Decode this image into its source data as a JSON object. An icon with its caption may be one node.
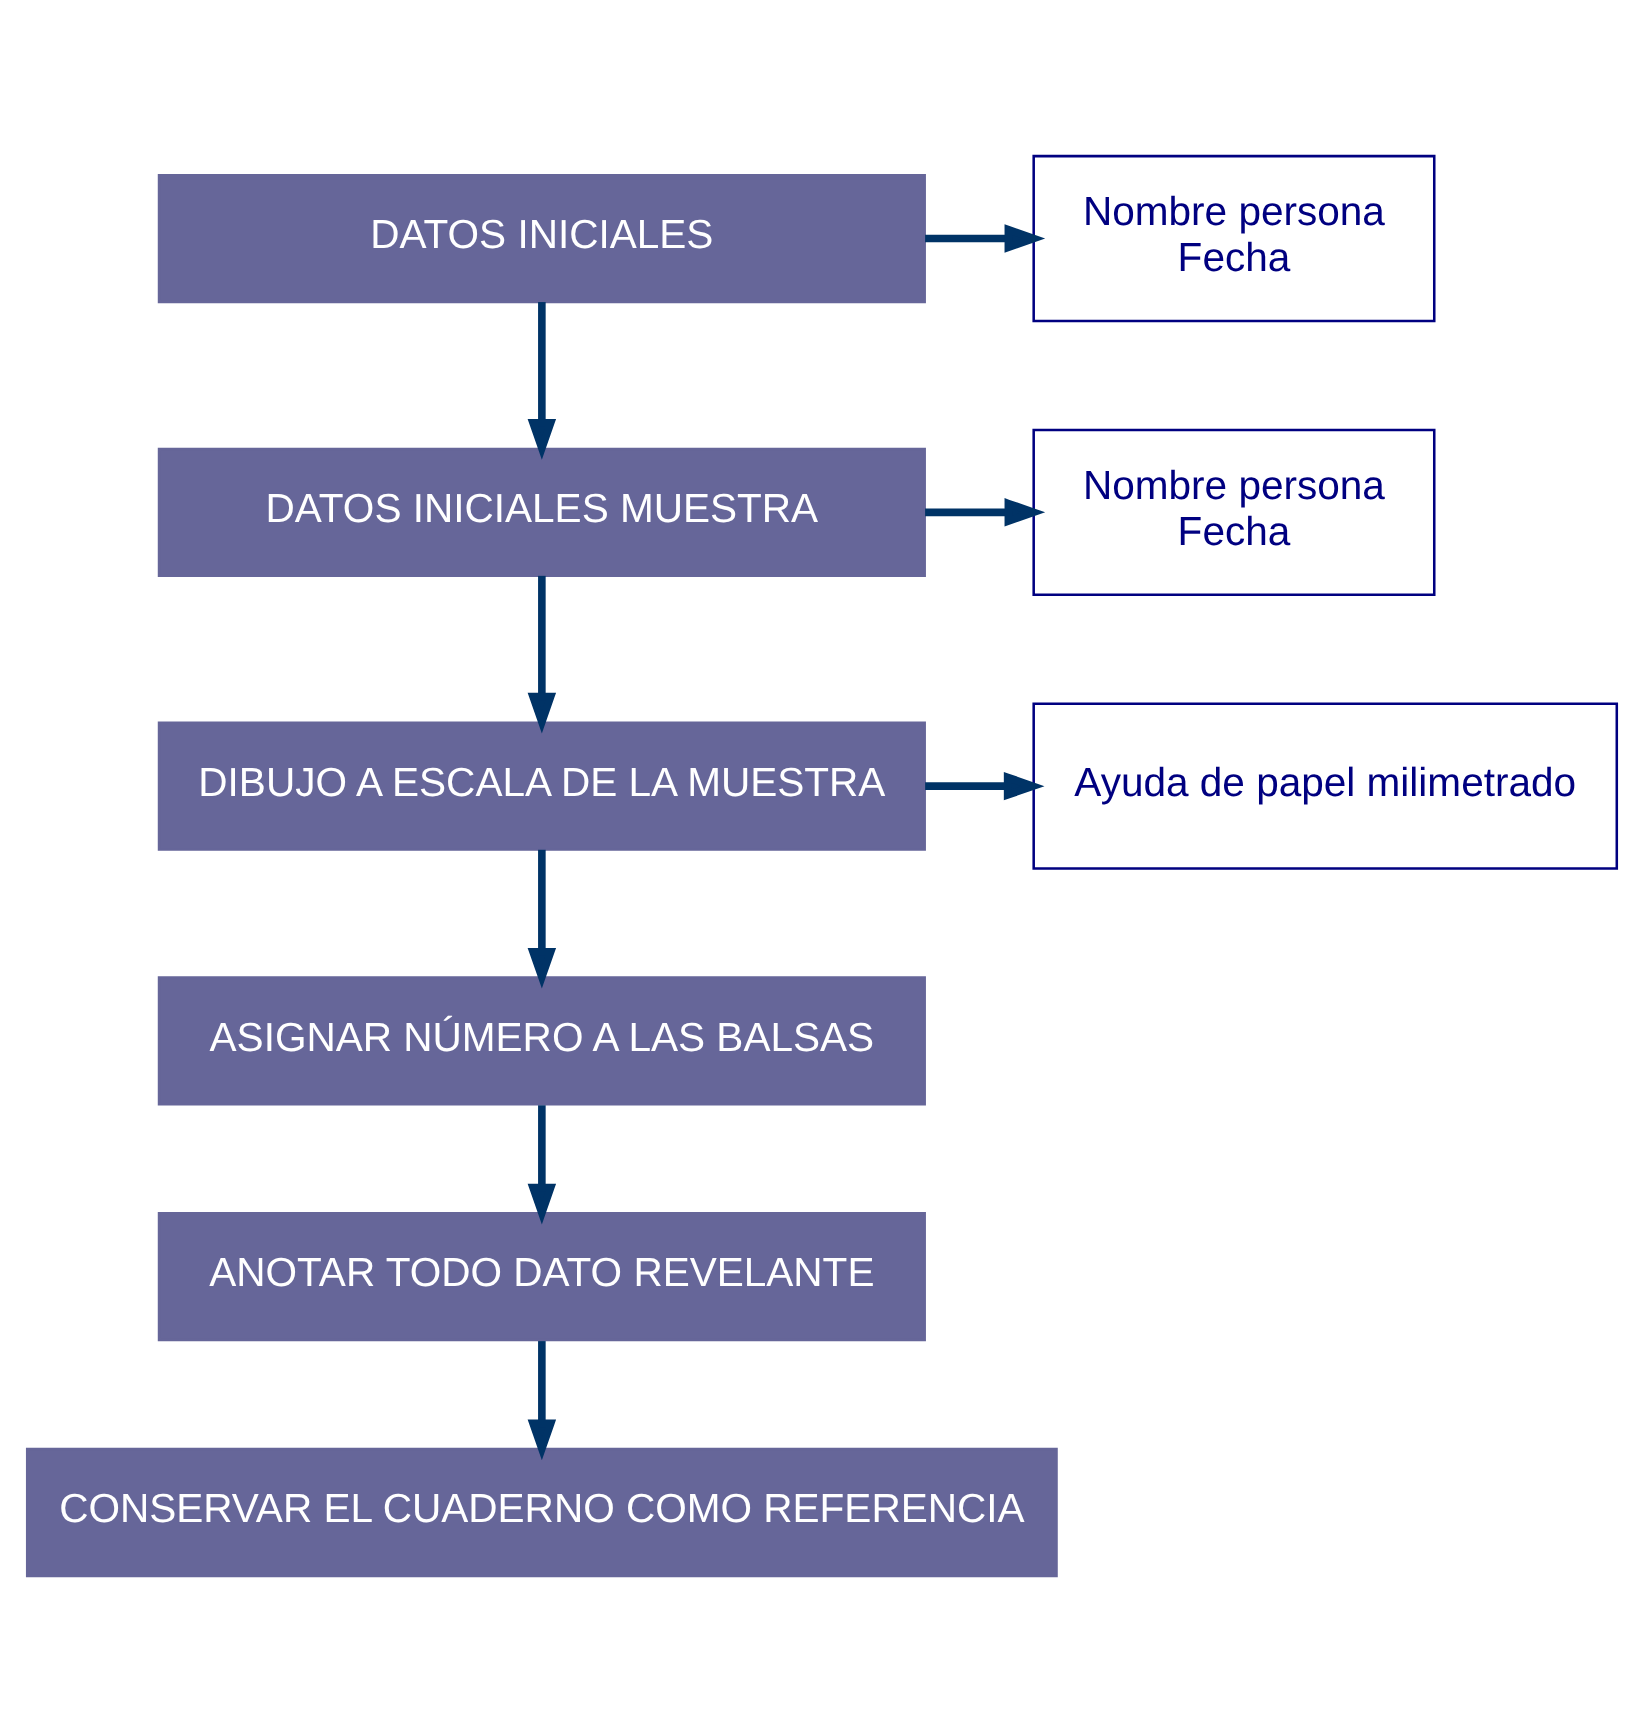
{
  "diagram": {
    "nodes": [
      {
        "text": [
          "DATOS INICIALES"
        ]
      },
      {
        "text": [
          "Nombre persona",
          "Fecha"
        ]
      },
      {
        "text": [
          "DATOS INICIALES MUESTRA"
        ]
      },
      {
        "text": [
          "Nombre persona",
          "Fecha"
        ]
      },
      {
        "text": [
          "DIBUJO A ESCALA DE LA MUESTRA"
        ]
      },
      {
        "text": [
          "Ayuda de papel milimetrado"
        ]
      },
      {
        "text": [
          "ASIGNAR NÚMERO A LAS BALSAS"
        ]
      },
      {
        "text": [
          "ANOTAR TODO DATO REVELANTE"
        ]
      },
      {
        "text": [
          "CONSERVAR EL CUADERNO COMO REFERENCIA"
        ]
      }
    ],
    "edges": [
      {
        "from": 0,
        "to": 1,
        "arrow": "to"
      },
      {
        "from": 0,
        "to": 2,
        "arrow": "to"
      },
      {
        "from": 2,
        "to": 3,
        "arrow": "to"
      },
      {
        "from": 2,
        "to": 4,
        "arrow": "to"
      },
      {
        "from": 4,
        "to": 5,
        "arrow": "to"
      },
      {
        "from": 4,
        "to": 6,
        "arrow": "to"
      },
      {
        "from": 6,
        "to": 7,
        "arrow": "to"
      },
      {
        "from": 7,
        "to": 8,
        "arrow": "to"
      }
    ]
  }
}
